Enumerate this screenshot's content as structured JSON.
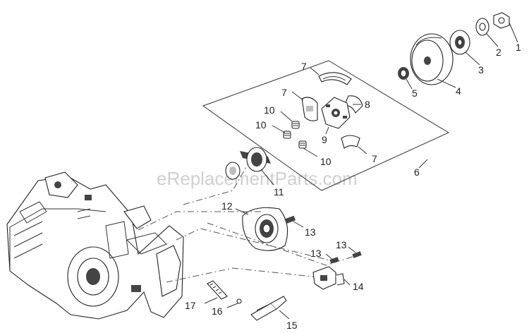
{
  "watermark": "eReplacementParts.com",
  "callouts": [
    {
      "id": "c1",
      "label": "1"
    },
    {
      "id": "c2",
      "label": "2"
    },
    {
      "id": "c3",
      "label": "3"
    },
    {
      "id": "c4",
      "label": "4"
    },
    {
      "id": "c5",
      "label": "5"
    },
    {
      "id": "c6",
      "label": "6"
    },
    {
      "id": "c7a",
      "label": "7"
    },
    {
      "id": "c7b",
      "label": "7"
    },
    {
      "id": "c7c",
      "label": "7"
    },
    {
      "id": "c8",
      "label": "8"
    },
    {
      "id": "c9",
      "label": "9"
    },
    {
      "id": "c10a",
      "label": "10"
    },
    {
      "id": "c10b",
      "label": "10"
    },
    {
      "id": "c10c",
      "label": "10"
    },
    {
      "id": "c11",
      "label": "11"
    },
    {
      "id": "c12",
      "label": "12"
    },
    {
      "id": "c13a",
      "label": "13"
    },
    {
      "id": "c13b",
      "label": "13"
    },
    {
      "id": "c13c",
      "label": "13"
    },
    {
      "id": "c14",
      "label": "14"
    },
    {
      "id": "c15",
      "label": "15"
    },
    {
      "id": "c16",
      "label": "16"
    },
    {
      "id": "c17",
      "label": "17"
    }
  ]
}
